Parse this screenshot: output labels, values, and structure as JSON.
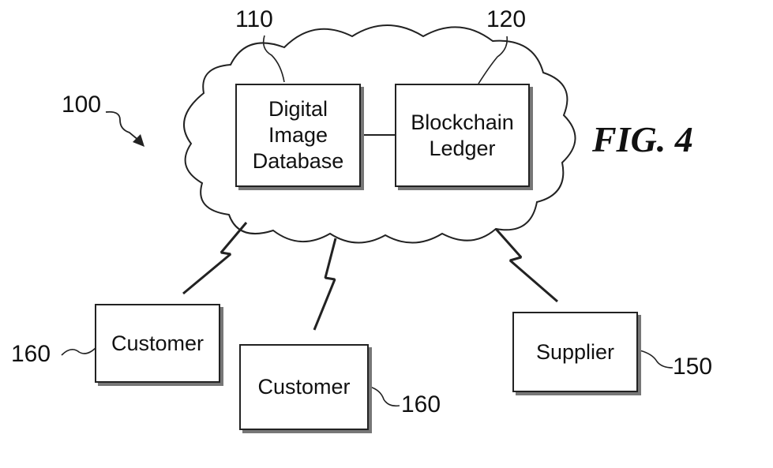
{
  "figure": {
    "label": "FIG. 4"
  },
  "refs": {
    "system": "100",
    "database": "110",
    "ledger": "120",
    "customer_left": "160",
    "customer_mid": "160",
    "supplier": "150"
  },
  "nodes": {
    "database": {
      "lines": [
        "Digital",
        "Image",
        "Database"
      ]
    },
    "ledger": {
      "lines": [
        "Blockchain",
        "Ledger"
      ]
    },
    "customer_left": {
      "label": "Customer"
    },
    "customer_mid": {
      "label": "Customer"
    },
    "supplier": {
      "label": "Supplier"
    }
  }
}
